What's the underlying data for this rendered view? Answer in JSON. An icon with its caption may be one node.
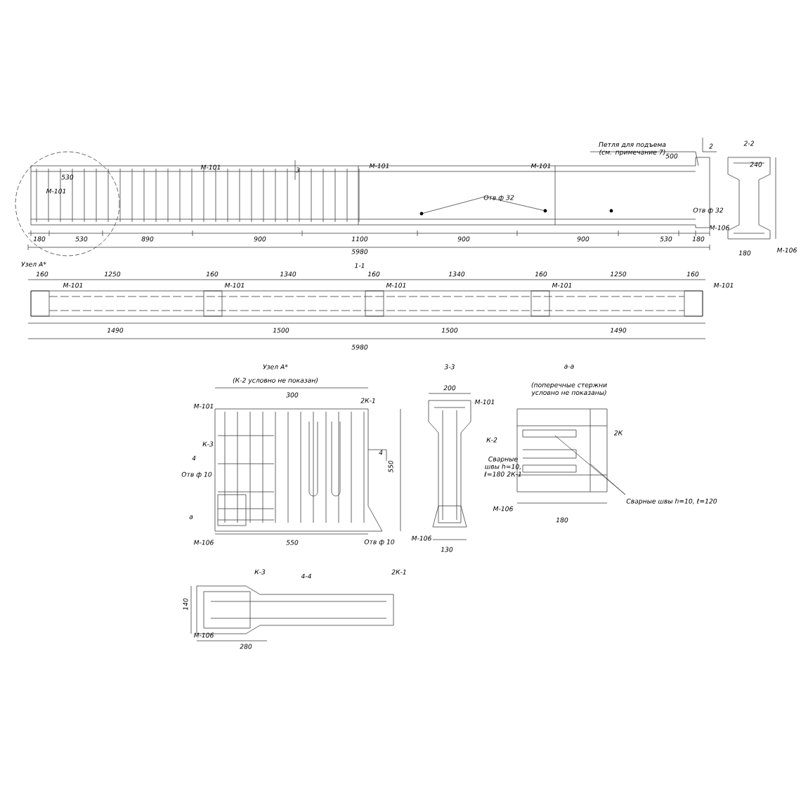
{
  "diagram": {
    "labels": [
      "530",
      "М-101",
      "М-101",
      "М-101",
      "М-101",
      "3",
      "Петля для подъема (см. примечание 7)",
      "500",
      "2",
      "2-2",
      "Отв ф 32",
      "Отв ф 32",
      "М-106",
      "240",
      "180",
      "М-106",
      "180",
      "530",
      "890",
      "900",
      "1100",
      "900",
      "900",
      "530",
      "180",
      "5980",
      "Узел А*",
      "1-1",
      "160",
      "1250",
      "160",
      "1340",
      "160",
      "1340",
      "160",
      "1250",
      "160",
      "М-101",
      "М-101",
      "М-101",
      "М-101",
      "М-101",
      "1490",
      "1500",
      "1500",
      "1490",
      "5980",
      "Узел А*",
      "(К-2 условно не показан)",
      "300",
      "М-101",
      "2К-1",
      "К-3",
      "4",
      "Отв ф 10",
      "а",
      "М-106",
      "550",
      "550",
      "Отв ф 10",
      "4",
      "3-3",
      "200",
      "М-101",
      "К-2",
      "Сварные швы h=10, ℓ=180 2К-1",
      "М-106",
      "130",
      "а-а",
      "(поперечные стержни условно не показаны)",
      "2К",
      "М-106",
      "180",
      "Сварные швы h=10, ℓ=120",
      "К-3",
      "4-4",
      "2К-1",
      "М-106",
      "280",
      "140"
    ]
  }
}
